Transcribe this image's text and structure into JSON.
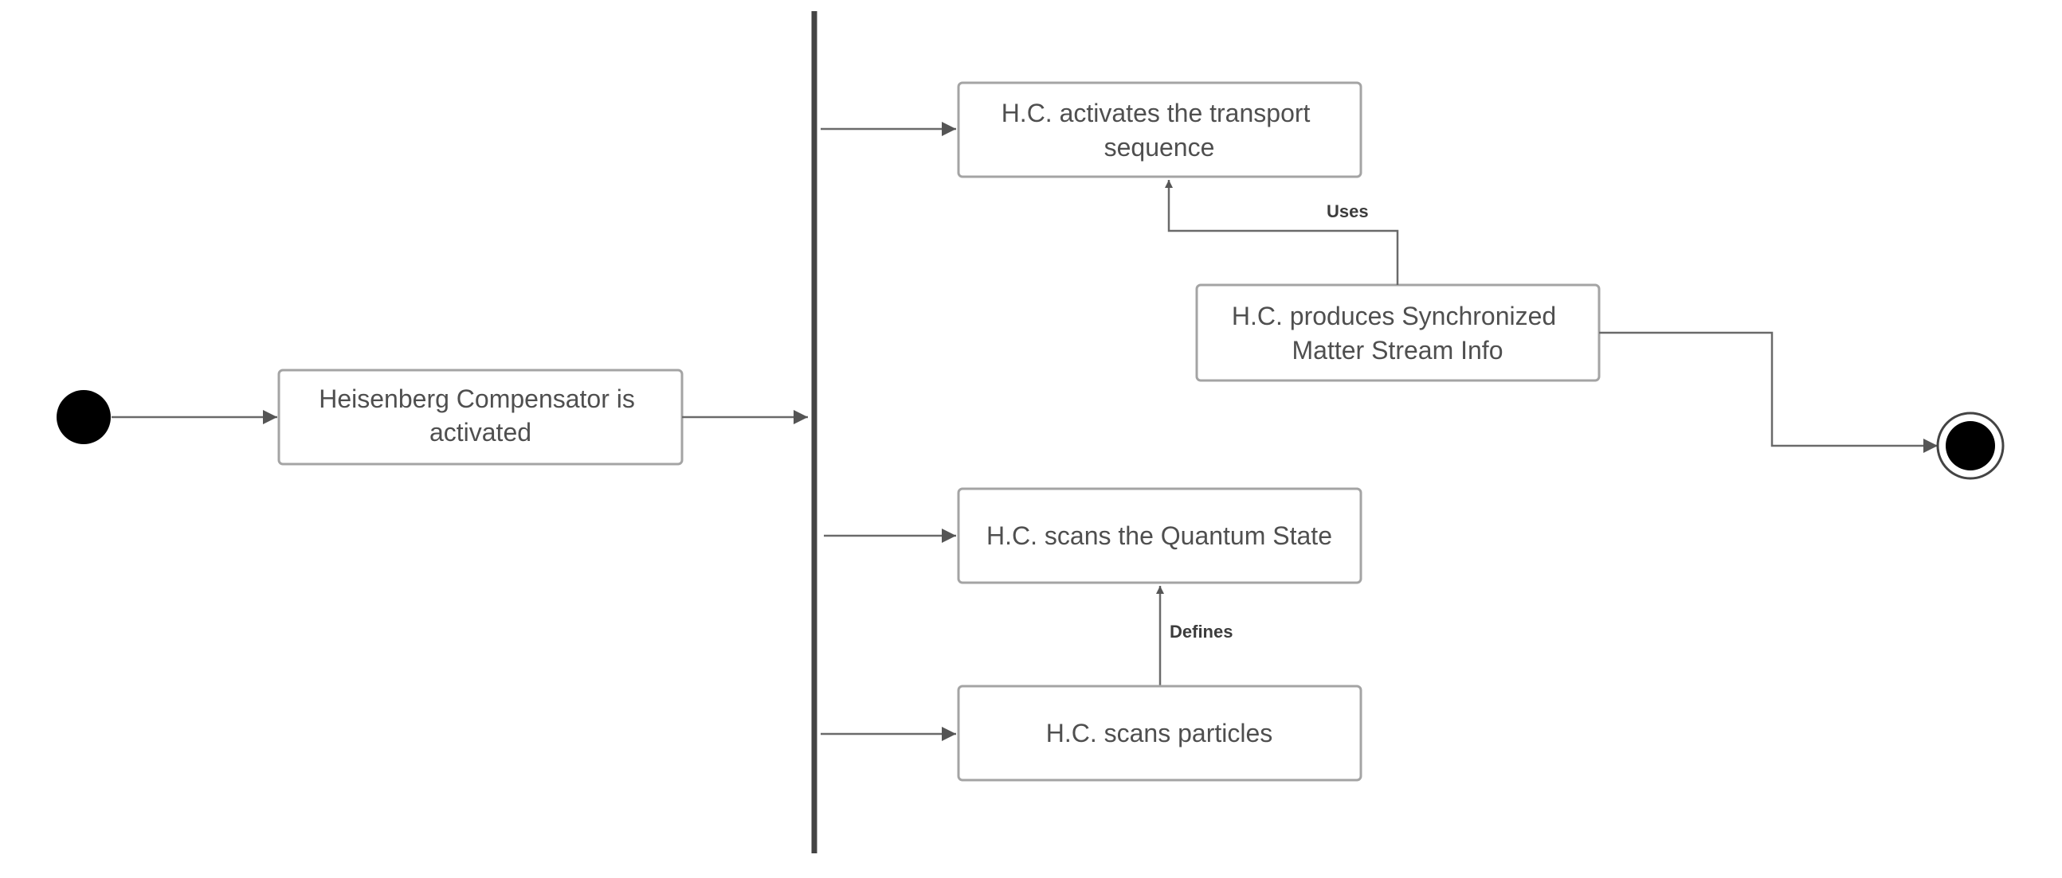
{
  "diagram": {
    "nodes": {
      "activated": [
        "Heisenberg Compensator is",
        "activated"
      ],
      "transport": [
        "H.C. activates the transport",
        "sequence"
      ],
      "produces": [
        "H.C. produces Synchronized",
        "Matter Stream Info"
      ],
      "quantum": [
        "H.C. scans the Quantum State"
      ],
      "particles": [
        "H.C. scans particles"
      ]
    },
    "edge_labels": {
      "uses": "Uses",
      "defines": "Defines"
    }
  },
  "colors": {
    "node_border": "#a4a4a4",
    "edge": "#6a6a6a",
    "fork_bar": "#444444",
    "terminal": "#000000",
    "text": "#4f4f4f"
  }
}
